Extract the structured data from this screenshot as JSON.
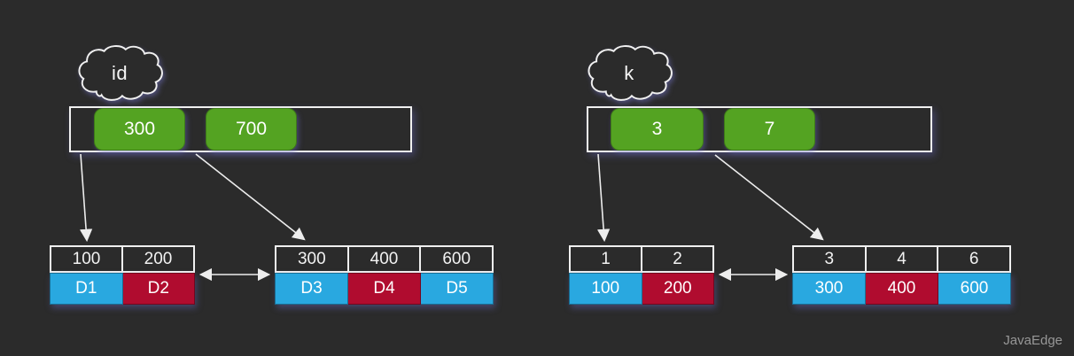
{
  "watermark": "JavaEdge",
  "colors": {
    "background": "#2b2b2b",
    "green": "#54a322",
    "blue": "#29a8e0",
    "red": "#b00c2f",
    "stroke": "#f0f0f0"
  },
  "diagrams": [
    {
      "cloud_label": "id",
      "index_keys": [
        "300",
        "700"
      ],
      "leaves": [
        {
          "keys": [
            "100",
            "200"
          ],
          "values": [
            {
              "text": "D1",
              "color": "blue"
            },
            {
              "text": "D2",
              "color": "red"
            }
          ]
        },
        {
          "keys": [
            "300",
            "400",
            "600"
          ],
          "values": [
            {
              "text": "D3",
              "color": "blue"
            },
            {
              "text": "D4",
              "color": "red"
            },
            {
              "text": "D5",
              "color": "blue"
            }
          ]
        }
      ]
    },
    {
      "cloud_label": "k",
      "index_keys": [
        "3",
        "7"
      ],
      "leaves": [
        {
          "keys": [
            "1",
            "2"
          ],
          "values": [
            {
              "text": "100",
              "color": "blue"
            },
            {
              "text": "200",
              "color": "red"
            }
          ]
        },
        {
          "keys": [
            "3",
            "4",
            "6"
          ],
          "values": [
            {
              "text": "300",
              "color": "blue"
            },
            {
              "text": "400",
              "color": "red"
            },
            {
              "text": "600",
              "color": "blue"
            }
          ]
        }
      ]
    }
  ]
}
